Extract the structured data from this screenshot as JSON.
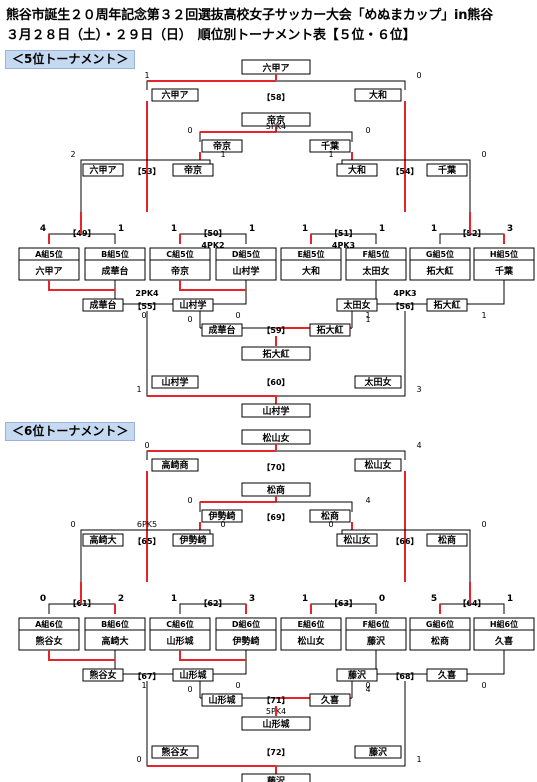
{
  "title": {
    "line1": "熊谷市誕生２０周年記念第３２回選抜高校女子サッカー大会「めぬまカップ」in熊谷",
    "line2": "３月２８日（土）・２９日（日）　順位別トーナメント表【５位・６位】"
  },
  "brackets": [
    {
      "id": "b5",
      "label": "＜5位トーナメント＞",
      "groups": [
        {
          "label": "A組5位",
          "team": "六甲ア"
        },
        {
          "label": "B組5位",
          "team": "成華台"
        },
        {
          "label": "C組5位",
          "team": "帝京"
        },
        {
          "label": "D組5位",
          "team": "山村学"
        },
        {
          "label": "E組5位",
          "team": "大和"
        },
        {
          "label": "F組5位",
          "team": "太田女"
        },
        {
          "label": "G組5位",
          "team": "拓大紅"
        },
        {
          "label": "H組5位",
          "team": "千葉"
        }
      ],
      "r1": [
        {
          "no": "【49】",
          "s": [
            "4",
            "1"
          ],
          "pk": ""
        },
        {
          "no": "【50】",
          "s": [
            "1",
            "1"
          ],
          "pk": "4PK2"
        },
        {
          "no": "【51】",
          "s": [
            "1",
            "1"
          ],
          "pk": "4PK3"
        },
        {
          "no": "【52】",
          "s": [
            "1",
            "3"
          ],
          "pk": ""
        }
      ],
      "r2w": [
        {
          "no": "【53】",
          "a": "六甲ア",
          "b": "帝京",
          "s": [
            "2",
            "1"
          ],
          "pk": ""
        },
        {
          "no": "【54】",
          "a": "大和",
          "b": "千葉",
          "s": [
            "1",
            "0"
          ],
          "pk": ""
        }
      ],
      "r2l": [
        {
          "no": "【55】",
          "a": "成華台",
          "b": "山村学",
          "s": [
            "0",
            "0"
          ],
          "pk": "2PK4"
        },
        {
          "no": "【56】",
          "a": "太田女",
          "b": "拓大紅",
          "s": [
            "1",
            "1"
          ],
          "pk": "4PK3"
        }
      ],
      "top": {
        "no": "【58】",
        "a": "六甲ア",
        "b": "大和",
        "s": [
          "1",
          "0"
        ],
        "pk": "",
        "win": "六甲ア"
      },
      "second": {
        "no": "",
        "a": "帝京",
        "b": "千葉",
        "s": [
          "0",
          "0"
        ],
        "pk": "5PK4",
        "win": "帝京"
      },
      "third": {
        "no": "【59】",
        "a": "成華台",
        "b": "拓大紅",
        "s": [
          "0",
          "1"
        ],
        "pk": "",
        "win": "拓大紅"
      },
      "bottom": {
        "no": "【60】",
        "a": "山村学",
        "b": "太田女",
        "s": [
          "1",
          "3"
        ],
        "pk": "",
        "win": "山村学"
      }
    },
    {
      "id": "b6",
      "label": "＜6位トーナメント＞",
      "groups": [
        {
          "label": "A組6位",
          "team": "熊谷女"
        },
        {
          "label": "B組6位",
          "team": "高崎大"
        },
        {
          "label": "C組6位",
          "team": "山形城"
        },
        {
          "label": "D組6位",
          "team": "伊勢崎"
        },
        {
          "label": "E組6位",
          "team": "松山女"
        },
        {
          "label": "F組6位",
          "team": "藤沢"
        },
        {
          "label": "G組6位",
          "team": "松商"
        },
        {
          "label": "H組6位",
          "team": "久喜"
        }
      ],
      "r1": [
        {
          "no": "【61】",
          "s": [
            "0",
            "2"
          ],
          "pk": ""
        },
        {
          "no": "【62】",
          "s": [
            "1",
            "3"
          ],
          "pk": ""
        },
        {
          "no": "【63】",
          "s": [
            "1",
            "0"
          ],
          "pk": ""
        },
        {
          "no": "【64】",
          "s": [
            "5",
            "1"
          ],
          "pk": ""
        }
      ],
      "r2w": [
        {
          "no": "【65】",
          "a": "高崎大",
          "b": "伊勢崎",
          "s": [
            "0",
            "0"
          ],
          "pk": "6PK5"
        },
        {
          "no": "【66】",
          "a": "松山女",
          "b": "松商",
          "s": [
            "0",
            "0"
          ],
          "pk": ""
        }
      ],
      "r2l": [
        {
          "no": "【67】",
          "a": "熊谷女",
          "b": "山形城",
          "s": [
            "1",
            "0"
          ],
          "pk": ""
        },
        {
          "no": "【68】",
          "a": "藤沢",
          "b": "久喜",
          "s": [
            "0",
            "0"
          ],
          "pk": ""
        }
      ],
      "top": {
        "no": "【70】",
        "a": "高崎商",
        "b": "松山女",
        "s": [
          "0",
          "4"
        ],
        "pk": "",
        "win": "松山女"
      },
      "second": {
        "no": "【69】",
        "a": "伊勢崎",
        "b": "松商",
        "s": [
          "0",
          "4"
        ],
        "pk": "",
        "win": "松商"
      },
      "third": {
        "no": "【71】",
        "a": "山形城",
        "b": "久喜",
        "s": [
          "0",
          "4"
        ],
        "pk": "5PK4",
        "win": "山形城"
      },
      "bottom": {
        "no": "【72】",
        "a": "熊谷女",
        "b": "藤沢",
        "s": [
          "0",
          "1"
        ],
        "pk": "",
        "win": "藤沢"
      }
    }
  ]
}
